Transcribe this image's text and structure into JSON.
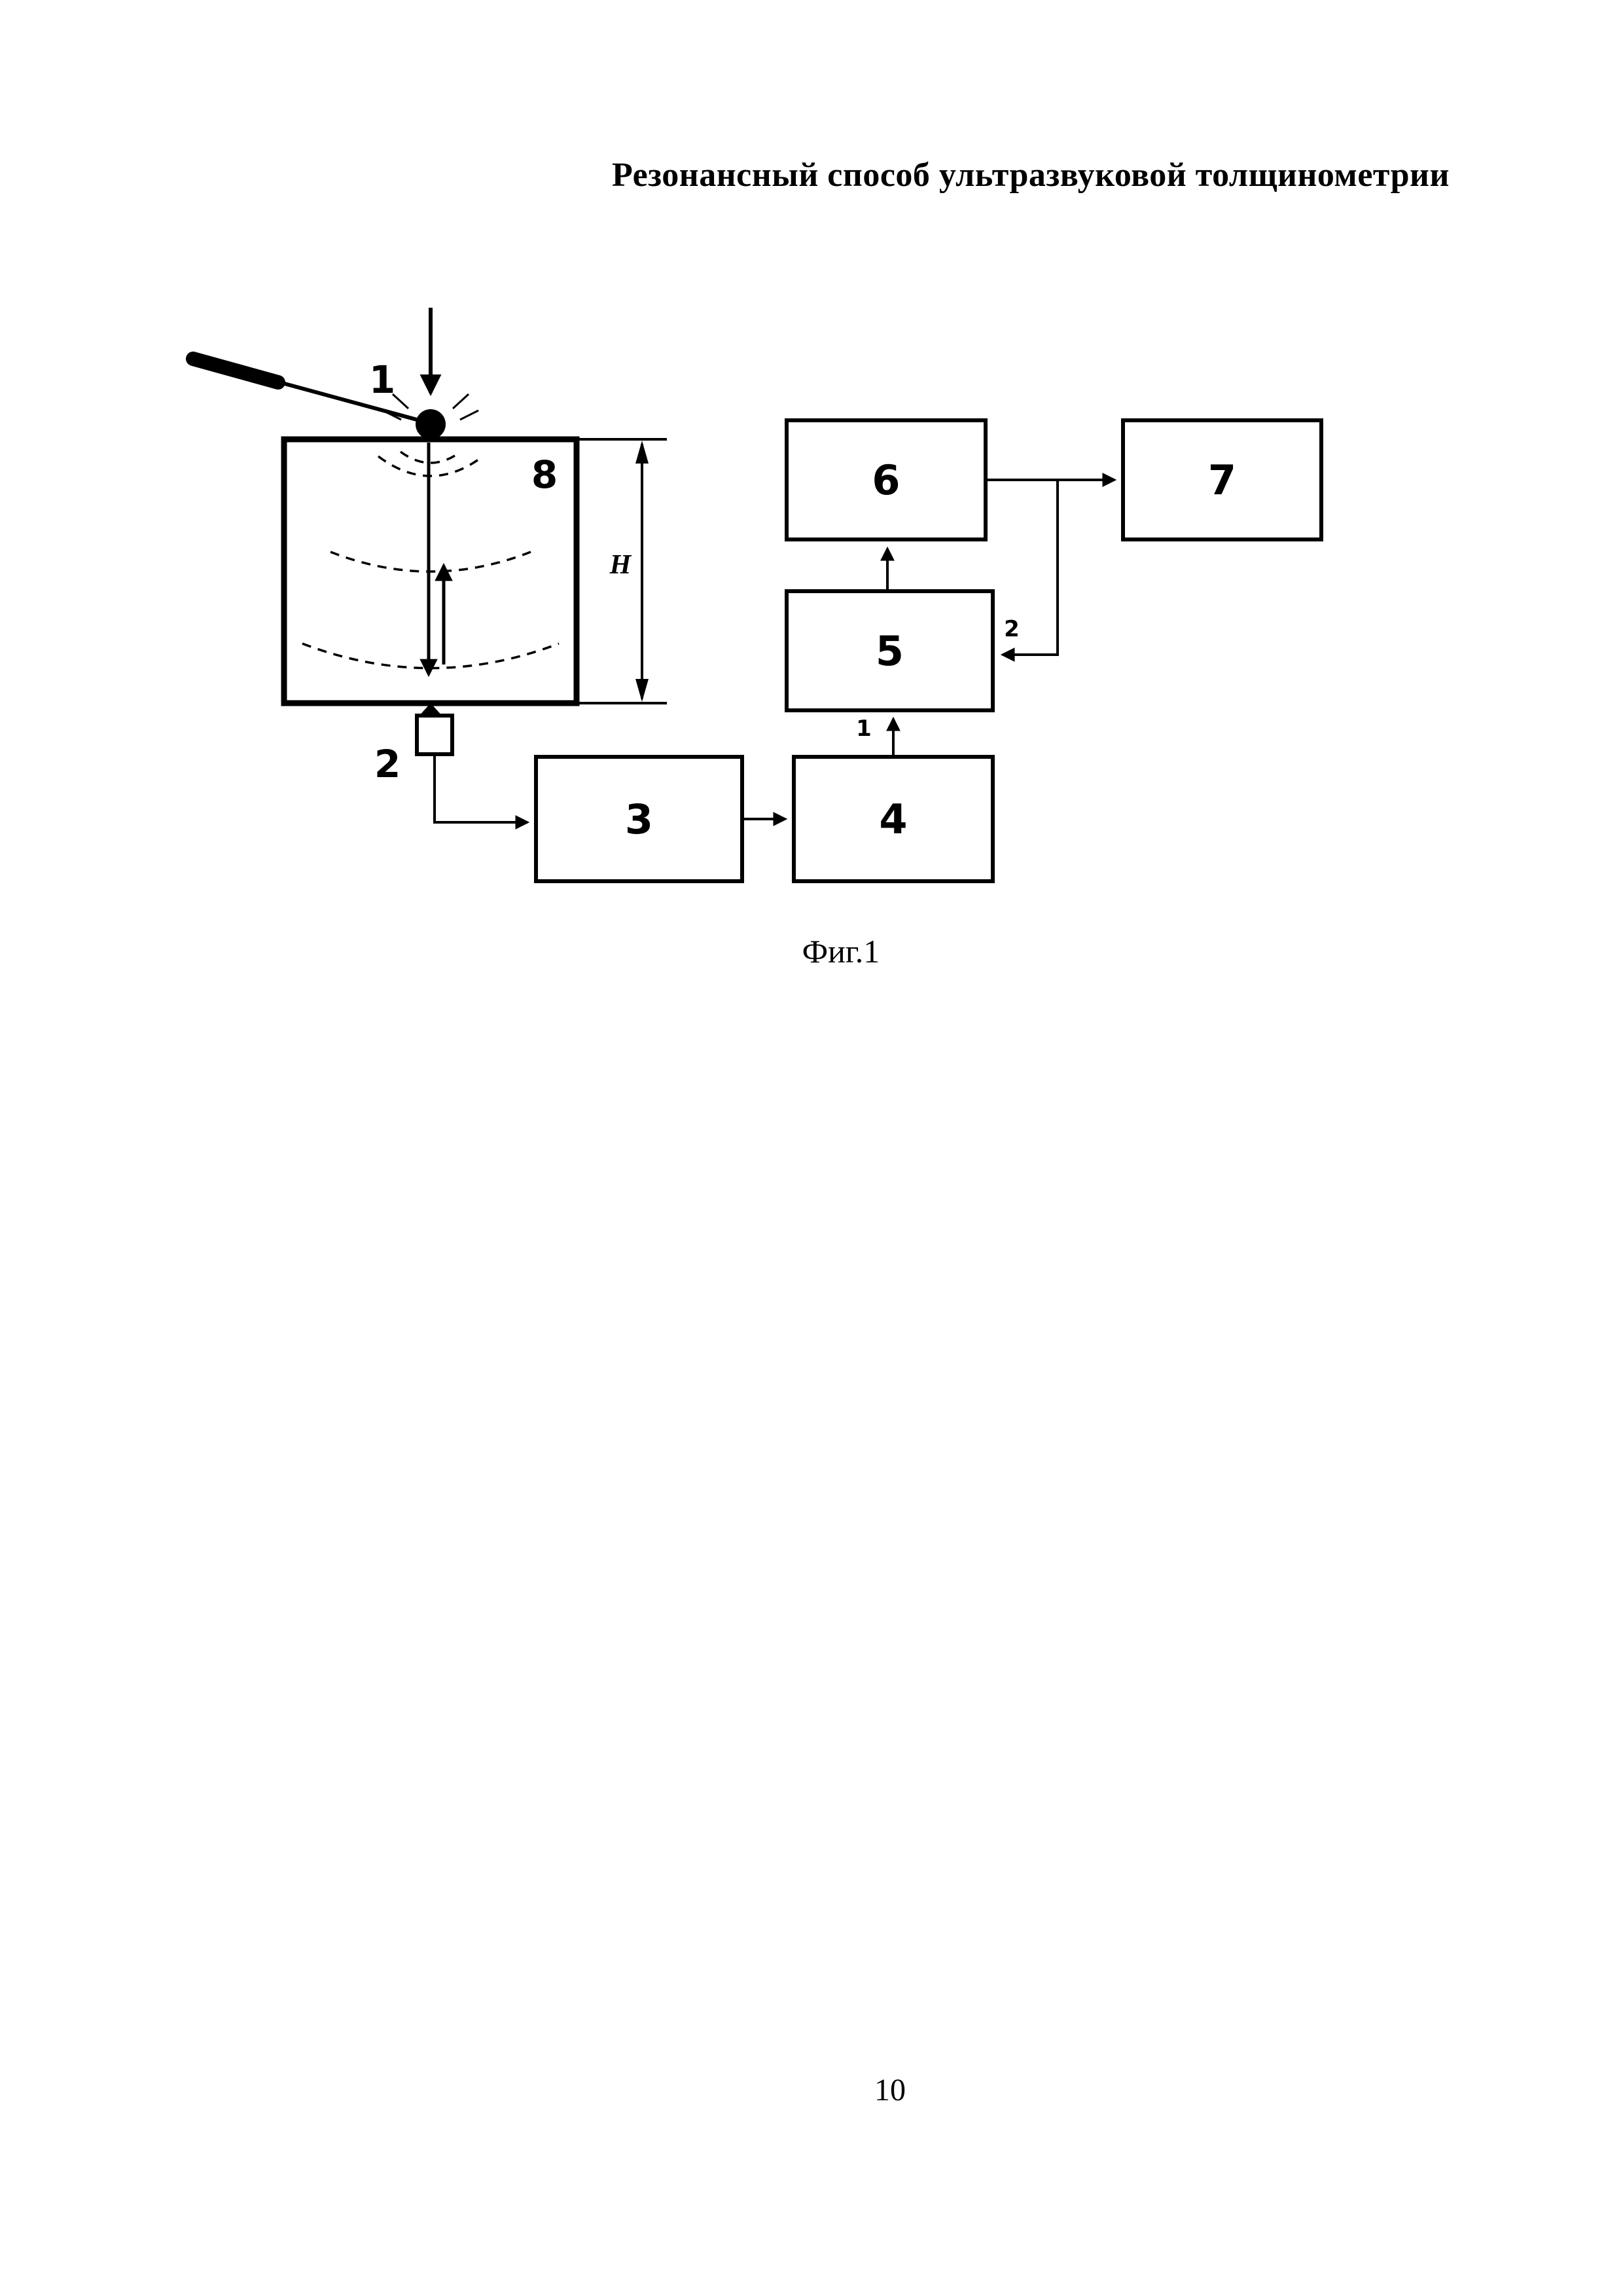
{
  "page": {
    "title": "Резонансный способ ультразвуковой толщинометрии",
    "figure_caption": "Фиг.1",
    "page_number": "10"
  },
  "figure": {
    "part_labels": {
      "hammer": "1",
      "receiver": "2",
      "specimen": "8",
      "height_dimension": "H"
    },
    "blocks": {
      "b3": "3",
      "b4": "4",
      "b5": "5",
      "b6": "6",
      "b7": "7"
    },
    "signal_labels": {
      "input1": "1",
      "input2": "2"
    }
  }
}
